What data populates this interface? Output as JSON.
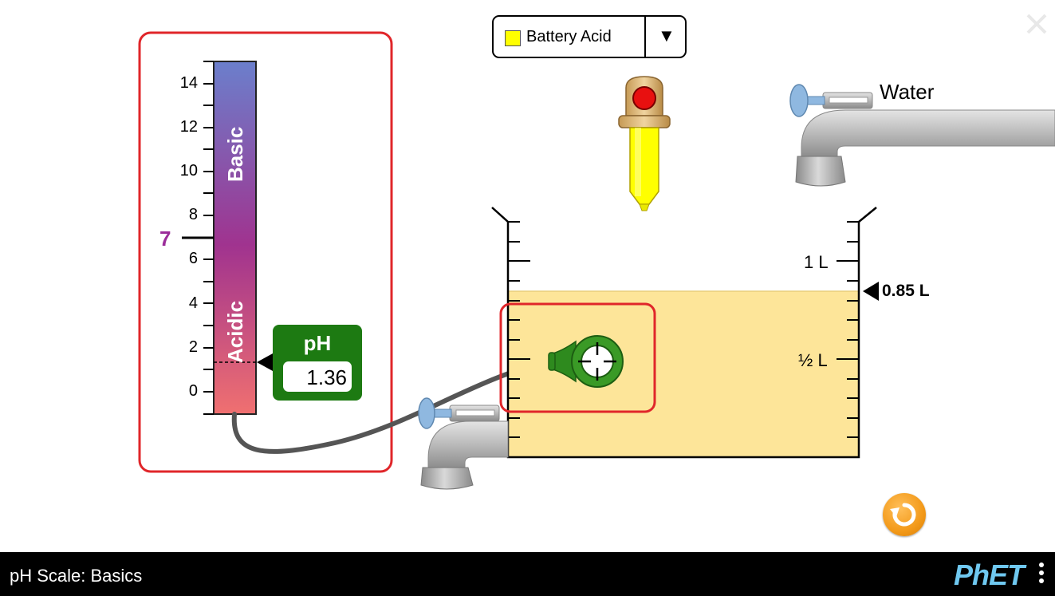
{
  "simulation": {
    "title": "pH Scale: Basics"
  },
  "solute_selector": {
    "selected": "Battery Acid",
    "swatch_color": "#ffff00"
  },
  "water_faucet": {
    "label": "Water"
  },
  "ph_scale": {
    "ticks": [
      "14",
      "12",
      "10",
      "8",
      "6",
      "4",
      "2",
      "0"
    ],
    "neutral_label": "7",
    "basic_label": "Basic",
    "acidic_label": "Acidic",
    "top_color": "#6b7fcc",
    "middle_color": "#a0338f",
    "bottom_color": "#f07070"
  },
  "ph_meter": {
    "title": "pH",
    "value": "1.36",
    "pointer_value": 1.36
  },
  "beaker": {
    "mark_1L": "1 L",
    "mark_half": "½ L",
    "volume_reading": "0.85 L",
    "volume_fraction": 0.85,
    "liquid_color": "#fde599"
  },
  "colors": {
    "highlight": "#e0262a",
    "meter_green": "#1d7a12",
    "reset_orange": "#f39a1a"
  }
}
